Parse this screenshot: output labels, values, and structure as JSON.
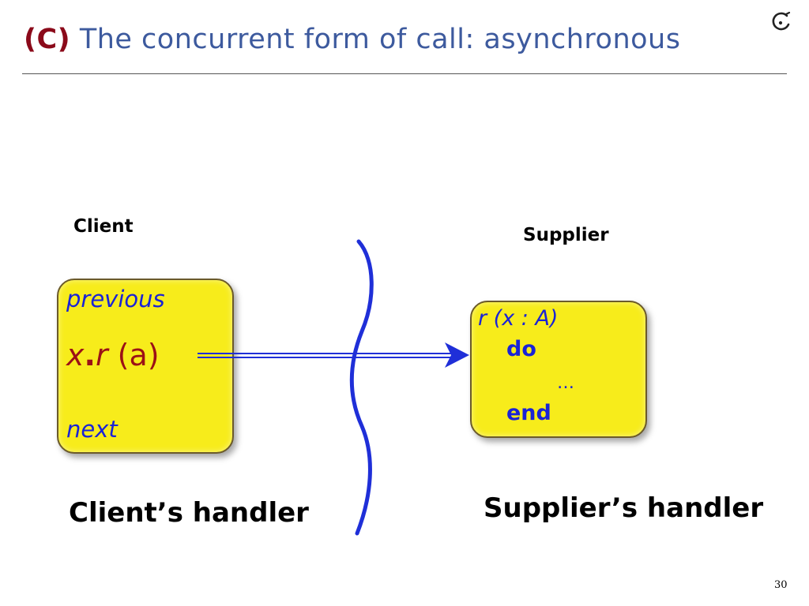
{
  "slide": {
    "title_prefix": "(C)",
    "title": "The concurrent form of call: asynchronous",
    "page_number": "30"
  },
  "client": {
    "label": "Client",
    "code_previous": "previous",
    "call_target": "x",
    "call_dot": ".",
    "call_feature": "r",
    "call_args": " (a)",
    "code_next": "next",
    "handler": "Client’s handler"
  },
  "supplier": {
    "label": "Supplier",
    "signature": "r (x : A)",
    "kw_do": "do",
    "ellipsis": "…",
    "kw_end": "end",
    "handler": "Supplier’s handler"
  },
  "colors": {
    "title_prefix": "#8b0a1a",
    "title": "#3d5a9e",
    "box_fill": "#f7ec1b",
    "code": "#1a23d6",
    "call": "#9b1116",
    "arrow": "#1f2fd8",
    "divider": "#1f2fd8"
  },
  "icons": [
    "logo-icon",
    "arrow-icon"
  ]
}
